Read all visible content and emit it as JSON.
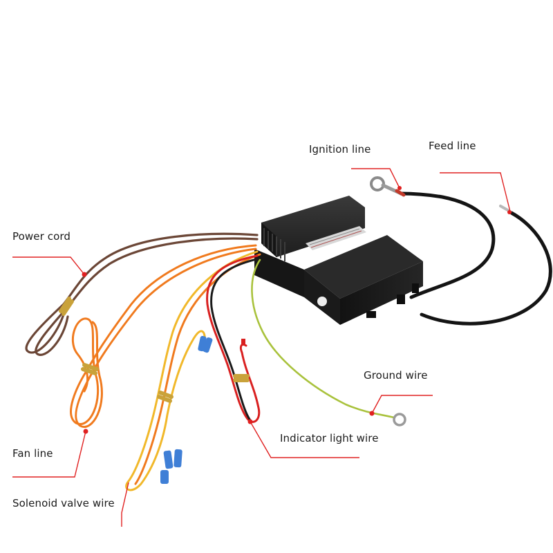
{
  "labels": {
    "ignition_line": "Ignition line",
    "feed_line": "Feed line",
    "power_cord": "Power cord",
    "ground_wire": "Ground wire",
    "indicator_light_wire": "Indicator light wire",
    "fan_line": "Fan line",
    "solenoid_valve_wire": "Solenoid valve wire"
  },
  "colors": {
    "leader_line": "#e02020",
    "enclosure": "#1c1c1c",
    "brown_wire": "#6b4636",
    "orange_wire": "#f07a1e",
    "yellow_wire": "#f1b82a",
    "red_wire": "#d92020",
    "ground_wire": "#a9c23c",
    "black_cable": "#141414",
    "terminal_blue": "#3f7fd6"
  }
}
